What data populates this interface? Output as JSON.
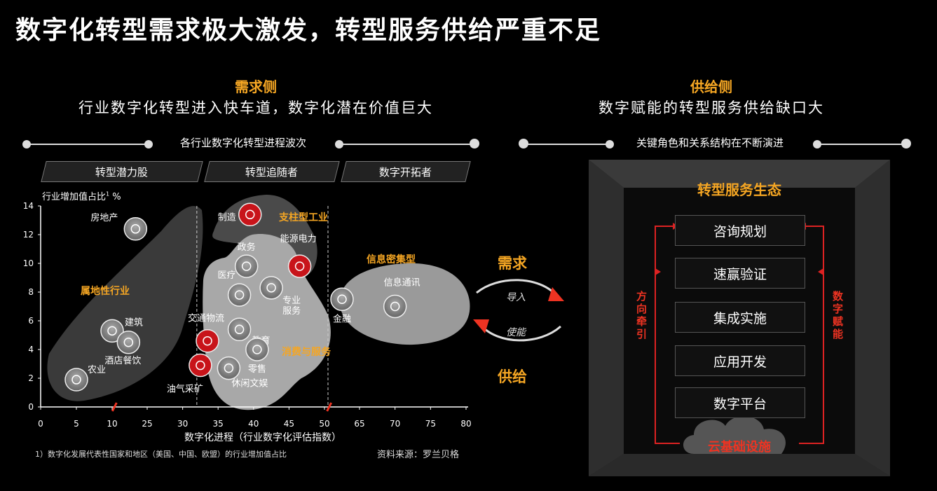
{
  "title": "数字化转型需求极大激发，转型服务供给严重不足",
  "demand": {
    "heading": "需求侧",
    "subtitle": "行业数字化转型进入快车道，数字化潜在价值巨大",
    "rule_text": "各行业数字化转型进程波次",
    "waves": [
      "转型潜力股",
      "转型追随者",
      "数字开拓者"
    ]
  },
  "supply": {
    "heading": "供给侧",
    "subtitle": "数字赋能的转型服务供给缺口大",
    "rule_text": "关键角色和关系结构在不断演进"
  },
  "chart_data": {
    "type": "scatter",
    "title": "",
    "xlabel": "数字化进程（行业数字化评估指数）",
    "ylabel": "行业增加值占比",
    "ylabel_suffix": "%",
    "ylabel_note": "1",
    "x_ticks": [
      "0",
      "5",
      "10",
      "25",
      "30",
      "35",
      "40",
      "45",
      "50",
      "65",
      "70",
      "75",
      "80"
    ],
    "y_ticks": [
      "0",
      "2",
      "4",
      "6",
      "8",
      "10",
      "12",
      "14"
    ],
    "ylim": [
      0,
      14
    ],
    "x_axis_breaks": [
      11,
      52
    ],
    "wave_boundaries": [
      32,
      51.5
    ],
    "group_labels": [
      "属地性行业",
      "支柱型工业",
      "消费与服务",
      "信息密集型"
    ],
    "points": [
      {
        "label": "农业",
        "x": 5,
        "y": 1.9,
        "style": "light"
      },
      {
        "label": "建筑",
        "x": 10,
        "y": 5.3,
        "style": "light"
      },
      {
        "label": "酒店餐饮",
        "x": 17,
        "y": 4.5,
        "style": "light"
      },
      {
        "label": "房地产",
        "x": 20,
        "y": 12.4,
        "style": "light"
      },
      {
        "label": "制造",
        "x": 39.5,
        "y": 13.4,
        "style": "red"
      },
      {
        "label": "能源电力",
        "x": 46.5,
        "y": 9.8,
        "style": "red"
      },
      {
        "label": "政务",
        "x": 39,
        "y": 9.8,
        "style": "light"
      },
      {
        "label": "医疗",
        "x": 38,
        "y": 7.8,
        "style": "light"
      },
      {
        "label": "专业服务",
        "x": 42.5,
        "y": 8.3,
        "style": "light"
      },
      {
        "label": "交通物流",
        "x": 33.5,
        "y": 4.6,
        "style": "red"
      },
      {
        "label": "教育",
        "x": 38,
        "y": 5.4,
        "style": "light"
      },
      {
        "label": "零售",
        "x": 40.5,
        "y": 4,
        "style": "light"
      },
      {
        "label": "油气采矿",
        "x": 32.5,
        "y": 2.9,
        "style": "red"
      },
      {
        "label": "休闲文娱",
        "x": 36.5,
        "y": 2.7,
        "style": "light"
      },
      {
        "label": "金融",
        "x": 57.5,
        "y": 7.5,
        "style": "light"
      },
      {
        "label": "信息通讯",
        "x": 70,
        "y": 7,
        "style": "light"
      }
    ],
    "footnote": "1）数字化发展代表性国家和地区（美国、中国、欧盟）的行业增加值占比",
    "source": "资料来源：罗兰贝格"
  },
  "flow": {
    "demand_label": "需求",
    "supply_label": "供给",
    "import_label": "导入",
    "enable_label": "使能"
  },
  "ecosystem": {
    "title": "转型服务生态",
    "boxes": [
      "咨询规划",
      "速赢验证",
      "集成实施",
      "应用开发",
      "数字平台"
    ],
    "cloud": "云基础设施",
    "left_label": "方向牵引",
    "right_label": "数字赋能"
  }
}
